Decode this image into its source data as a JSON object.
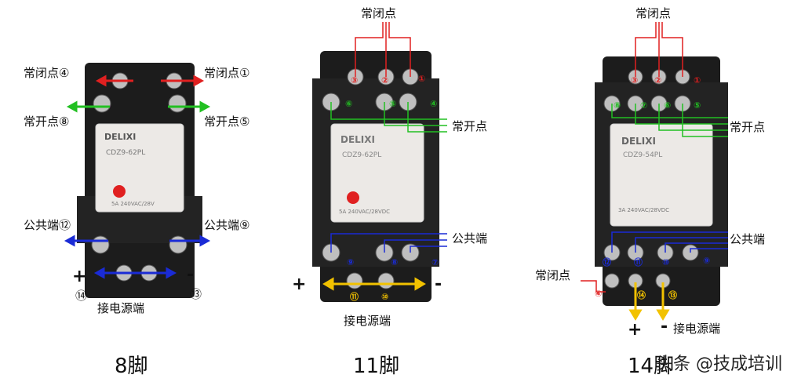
{
  "panels": [
    {
      "caption": "8脚",
      "model": "CDZ9-62PL",
      "brand": "DELIXI",
      "rating": "5A 240VAC/28VDC",
      "labels": {
        "nc_left": "常闭点④",
        "nc_right": "常闭点①",
        "no_left": "常开点⑧",
        "no_right": "常开点⑤",
        "com_left": "公共端⑫",
        "com_right": "公共端⑨",
        "plus": "+",
        "minus": "-",
        "pin14": "⑭",
        "pin13": "⑬",
        "power": "接电源端"
      }
    },
    {
      "caption": "11脚",
      "model": "CDZ9-62PL",
      "brand": "DELIXI",
      "rating": "5A 240VAC/28VDC",
      "labels": {
        "nc": "常闭点",
        "no": "常开点",
        "com": "公共端",
        "plus": "+",
        "minus": "-",
        "power": "接电源端"
      },
      "pins": [
        "①",
        "②",
        "③",
        "④",
        "⑤",
        "⑥",
        "⑦",
        "⑧",
        "⑨",
        "⑩",
        "⑪"
      ]
    },
    {
      "caption": "14脚",
      "model": "CDZ9-54PL",
      "brand": "DELIXI",
      "rating": "3A 240VAC/28VDC",
      "labels": {
        "nc_top": "常闭点",
        "no": "常开点",
        "com": "公共端",
        "nc_bottom": "常闭点",
        "plus": "+",
        "minus": "-",
        "power": "接电源端"
      },
      "pins": [
        "①",
        "②",
        "③",
        "④",
        "⑤",
        "⑥",
        "⑦",
        "⑧",
        "⑨",
        "⑩",
        "⑪",
        "⑫",
        "⑬",
        "⑭"
      ]
    }
  ],
  "watermark": "头条 @技成培训",
  "colors": {
    "nc": "#e02020",
    "no": "#22c022",
    "com": "#1a2bd6",
    "power": "#f2c200",
    "base": "#1c1c1c",
    "cover": "#ece9e6"
  }
}
